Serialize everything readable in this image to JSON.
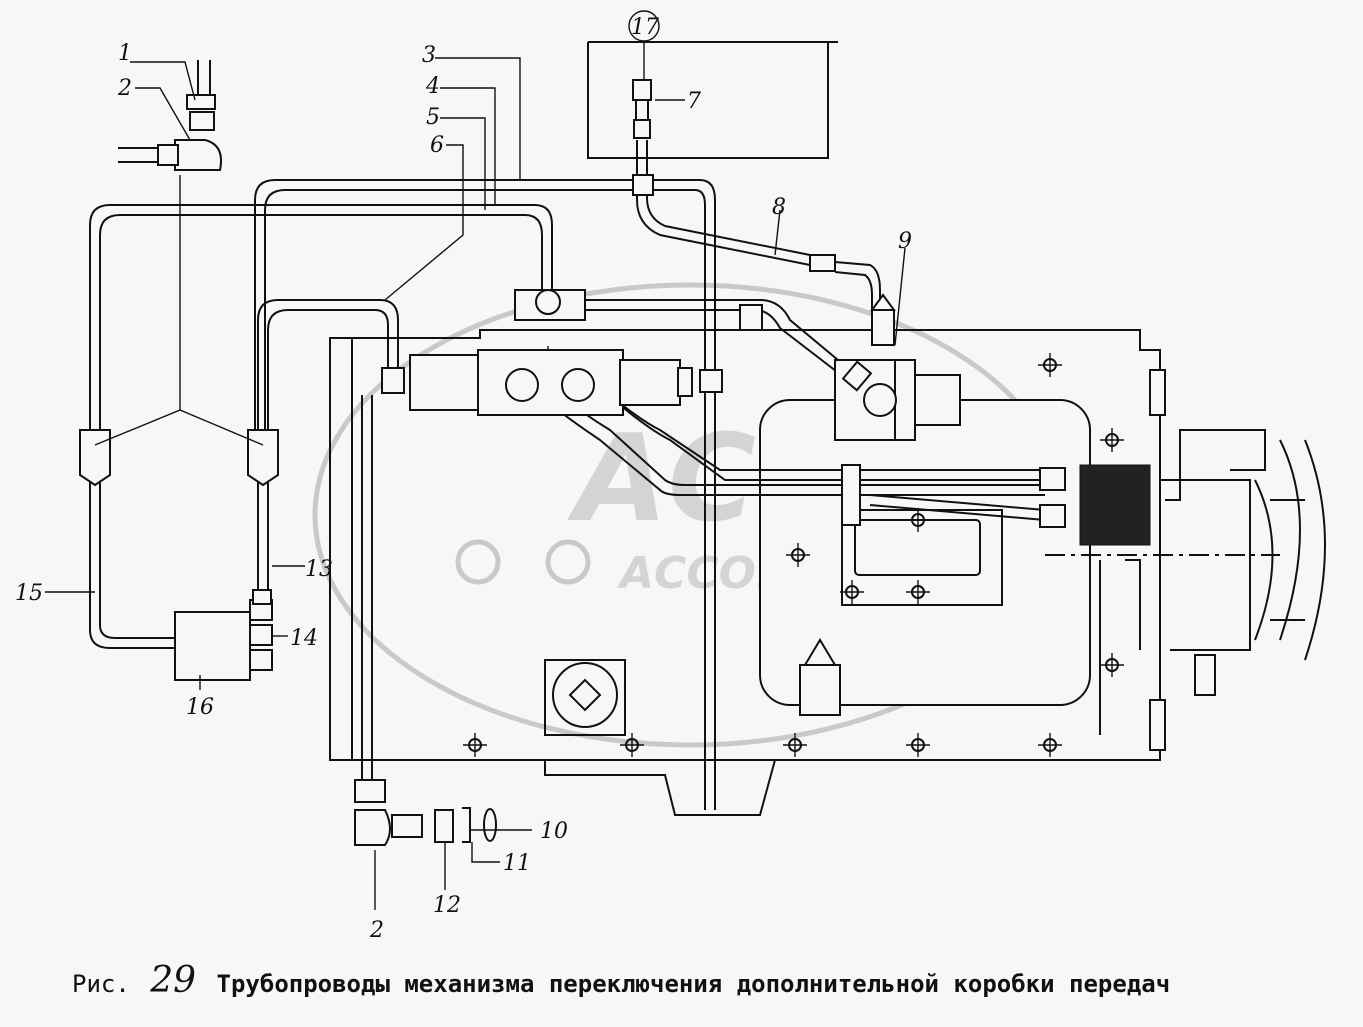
{
  "figure": {
    "prefix": "Рис.",
    "number": "29",
    "title": "Трубопроводы механизма переключения дополнительной коробки передач"
  },
  "watermark": {
    "brand": "АСТА",
    "text": "АССОЦИАЦИЯ"
  },
  "callouts": {
    "c1": "1",
    "c2": "2",
    "c2b": "2",
    "c3": "3",
    "c4": "4",
    "c5": "5",
    "c6": "6",
    "c7": "7",
    "c8": "8",
    "c9": "9",
    "c10": "10",
    "c11": "11",
    "c12": "12",
    "c13": "13",
    "c14": "14",
    "c15": "15",
    "c16": "16",
    "c17": "17"
  }
}
